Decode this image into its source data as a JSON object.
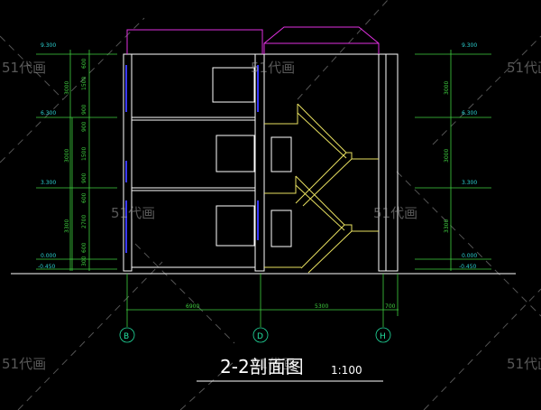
{
  "drawing": {
    "title": "2-2剖面图",
    "scale": "1:100",
    "axes": [
      "B",
      "D",
      "H"
    ],
    "bay_dims": [
      "6900",
      "5300",
      "700"
    ],
    "left_elevations": [
      "9.300",
      "6.300",
      "3.300",
      "0.000",
      "-0.450"
    ],
    "right_elevations": [
      "9.300",
      "6.300",
      "3.300",
      "0.000",
      "-0.450"
    ],
    "left_dims": [
      "600",
      "1500",
      "900",
      "900",
      "1500",
      "900",
      "600",
      "2700",
      "600",
      "300"
    ],
    "left_storey_dims": [
      "3000",
      "3000",
      "3300"
    ],
    "right_storey_dims": [
      "3000",
      "3000",
      "3300"
    ],
    "watermark": "51代画"
  }
}
